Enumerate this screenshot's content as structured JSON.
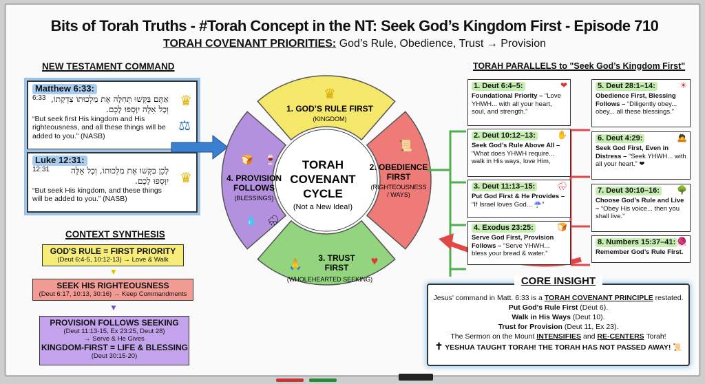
{
  "title": "Bits of Torah Truths - #Torah Concept in the NT: Seek God’s Kingdom First - Episode 710",
  "subtitle": {
    "bold": "TORAH COVENANT PRIORITIES:",
    "rest": " God’s Rule, Obedience, Trust → Provision"
  },
  "nt": {
    "heading": "NEW TESTAMENT COMMAND",
    "matthew": {
      "ref": "Matthew 6:33:",
      "num": "6:33",
      "hebrew": "אַתֶּם בַּקְּשׁוּ תְּחִלָּה אֶת מַלְכוּתוֹ צִדְקָתוֹ, וְכָל אֵלֶּה יִוָּסְפוּ לָכֶם.",
      "english": "“But seek first His kingdom and His righteousness, and all these things will be added to you.” (NASB)"
    },
    "luke": {
      "ref": "Luke 12:31:",
      "num": "12:31",
      "hebrew": "לָכֵן בַּקְּשׁוּ אֶת מַלְכוּתוֹ, וְכָל אֵלֶּה יִוָּסְפוּ לָכֶם.",
      "english": "“But seek His kingdom, and these things will be added to you.” (NASB)"
    }
  },
  "synthesis": {
    "heading": "CONTEXT SYNTHESIS",
    "box1": {
      "title": "GOD'S RULE = FIRST PRIORITY",
      "sub": "(Deut 6:4-5, 10:12-13) → Love & Walk"
    },
    "box2": {
      "title": "SEEK HIS RIGHTEOUSNESS",
      "sub": "(Deut 6:17, 10:13, 30:16) → Keep Commandments"
    },
    "box3": {
      "title": "PROVISION FOLLOWS SEEKING",
      "sub": "(Deut 11:13-15, Ex 23:25, Deut 28)",
      "sub2": "→ Serve & He Gives",
      "title2": "KINGDOM-FIRST = LIFE & BLESSING",
      "sub3": "(Deut 30:15-20)"
    }
  },
  "cycle": {
    "center1": "TORAH",
    "center2": "COVENANT",
    "center3": "CYCLE",
    "center_sub": "(Not a New Idea!)",
    "segments": [
      {
        "title1": "1. GOD’S RULE FIRST",
        "title2": "",
        "sub": "(KINGDOM)",
        "color": "#f5e76a"
      },
      {
        "title1": "2. OBEDIENCE",
        "title2": "FIRST",
        "sub": "(RIGHTEOUSNESS",
        "sub2": "/ WAYS)",
        "color": "#ef7b78"
      },
      {
        "title1": "3. TRUST",
        "title2": "FIRST",
        "sub": "(WHOLEHEARTED SEEKING)",
        "color": "#93d47e"
      },
      {
        "title1": "4. PROVISION",
        "title2": "FOLLOWS",
        "sub": "(BLESSINGS)",
        "color": "#b491de"
      }
    ]
  },
  "parallels": {
    "heading": "TORAH PARALLELS to \"Seek God’s Kingdom First\"",
    "items": [
      {
        "ref": "1. Deut 6:4–5:",
        "title": "Foundational Priority –",
        "quote": "“Love YHWH... with all your heart, soul, and strength.”",
        "icon": "heart-icon"
      },
      {
        "ref": "2. Deut 10:12–13:",
        "title": "Seek God’s Rule Above All –",
        "quote": "“What does YHWH require... walk in His ways, love Him,",
        "icon": "hand-icon"
      },
      {
        "ref": "3. Deut 11:13–15:",
        "title": "Put God First & He Provides –",
        "quote": "“If Israel loves God... ☔”",
        "icon": "rain-icon"
      },
      {
        "ref": "4. Exodus 23:25:",
        "title": "Serve God First, Provision Follows –",
        "quote": "“Serve YHWH... bless your bread & water.”",
        "icon": "bread-icon"
      },
      {
        "ref": "5. Deut 28:1–14:",
        "title": "Obedience First, Blessing Follows –",
        "quote": "“Diligently obey... obey... all these blessings.”",
        "icon": "sun-icon"
      },
      {
        "ref": "6. Deut 4:29:",
        "title": "Seek God First, Even in Distress –",
        "quote": "“Seek YHWH... with all your heart.” ❤",
        "icon": "person-icon"
      },
      {
        "ref": "7. Deut 30:10–16:",
        "title": "Choose God’s Rule and Live –",
        "quote": "“Obey His voice... then you shall live.”",
        "icon": "tree-icon"
      },
      {
        "ref": "8. Numbers 15:37–41:",
        "title": "Remember God’s Rule First.",
        "quote": "",
        "icon": "tassel-icon"
      }
    ]
  },
  "core": {
    "heading": "CORE INSIGHT",
    "l1a": "Jesus' command in Matt. 6:33 is a ",
    "l1b": "TORAH COVENANT PRINCIPLE",
    "l1c": " restated.",
    "l2a": "Put God's Rule First",
    "l2b": " (Deut 6).",
    "l3a": "Walk in His Ways",
    "l3b": " (Deut 10).",
    "l4a": "Trust for Provision",
    "l4b": " (Deut 11, Ex 23).",
    "l5a": "The Sermon on the Mount ",
    "l5b": "INTENSIFIES",
    "l5c": " and ",
    "l5d": "RE-CENTERS",
    "l5e": " Torah!",
    "l6": "YESHUA TAUGHT TORAH! THE TORAH HAS NOT PASSED AWAY!"
  }
}
